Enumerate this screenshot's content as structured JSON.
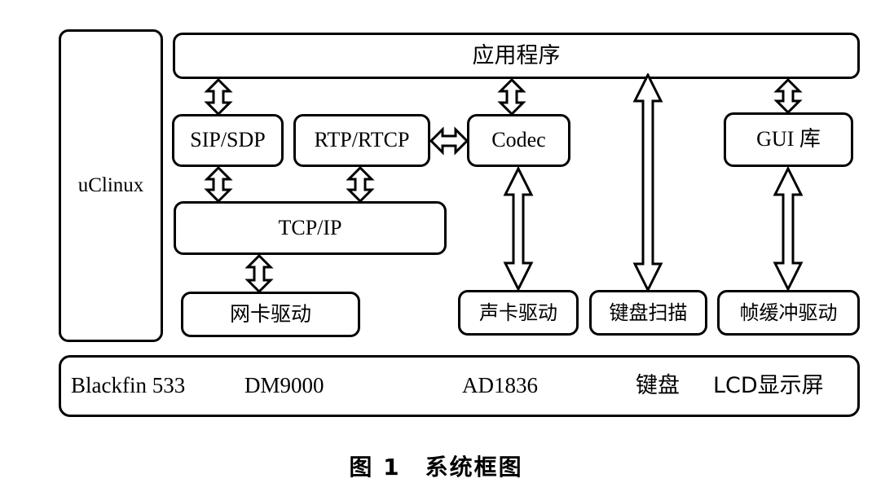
{
  "figure": {
    "caption": "图 1　系统框图"
  },
  "boxes": {
    "os": "uClinux",
    "application": "应用程序",
    "sip_sdp": "SIP/SDP",
    "rtp_rtcp": "RTP/RTCP",
    "codec": "Codec",
    "gui_lib": "GUI 库",
    "tcp_ip": "TCP/IP",
    "nic_driver": "网卡驱动",
    "sound_driver": "声卡驱动",
    "keyboard_scan": "键盘扫描",
    "framebuffer_driver": "帧缓冲驱动"
  },
  "hardware": {
    "items": [
      "Blackfin 533",
      "DM9000",
      "AD1836",
      "键盘",
      "LCD显示屏"
    ]
  },
  "connections": [
    {
      "name": "app-to-sip",
      "from": "application",
      "to": "sip_sdp",
      "style": "double-headed"
    },
    {
      "name": "app-to-codec",
      "from": "application",
      "to": "codec",
      "style": "double-headed"
    },
    {
      "name": "app-to-keyboard-scan",
      "from": "application",
      "to": "keyboard_scan",
      "style": "double-headed"
    },
    {
      "name": "app-to-gui",
      "from": "application",
      "to": "gui_lib",
      "style": "double-headed"
    },
    {
      "name": "sip-to-tcpip",
      "from": "sip_sdp",
      "to": "tcp_ip",
      "style": "double-headed"
    },
    {
      "name": "rtp-to-tcpip",
      "from": "rtp_rtcp",
      "to": "tcp_ip",
      "style": "double-headed"
    },
    {
      "name": "rtp-to-codec",
      "from": "rtp_rtcp",
      "to": "codec",
      "style": "double-headed-horizontal"
    },
    {
      "name": "tcpip-to-nic",
      "from": "tcp_ip",
      "to": "nic_driver",
      "style": "double-headed"
    },
    {
      "name": "codec-to-sound",
      "from": "codec",
      "to": "sound_driver",
      "style": "double-headed"
    },
    {
      "name": "gui-to-framebuffer",
      "from": "gui_lib",
      "to": "framebuffer_driver",
      "style": "double-headed"
    }
  ],
  "colors": {
    "stroke": "#000000",
    "background": "#ffffff"
  }
}
